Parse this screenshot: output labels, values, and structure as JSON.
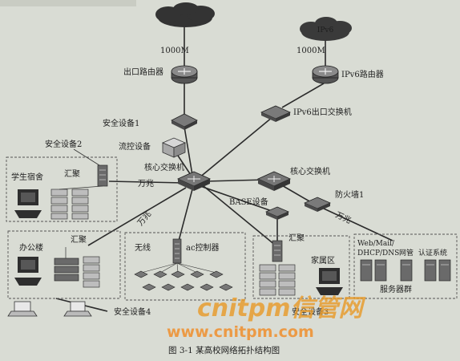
{
  "labels": {
    "ipv4_cloud": "",
    "ipv6_cloud": "IPv6",
    "bw_left": "1000M",
    "bw_right": "1000M",
    "exit_router": "出口路由器",
    "ipv6_router": "IPv6路由器",
    "security_1": "安全设备1",
    "ipv6_exit_switch": "IPv6出口交换机",
    "flow_control": "流控设备",
    "security_2": "安全设备2",
    "dorm": "学生宿舍",
    "agg_dorm": "汇聚",
    "core_switch_1": "核心交换机",
    "core_switch_2": "核心交换机",
    "wanzhao_1": "万兆",
    "wanzhao_2": "万兆",
    "wanzhao_3": "万兆",
    "base_device": "BASE设备",
    "firewall_1": "防火墙1",
    "office": "办公楼",
    "agg_office": "汇聚",
    "wireless": "无线",
    "ac_controller": "ac控制器",
    "agg_family": "汇聚",
    "family_area": "家属区",
    "servers_top": "Web/Mail/",
    "servers_dhcp": "DHCP/DNS",
    "servers_nm": "网管",
    "servers_auth": "认证系统",
    "server_group": "服务器群",
    "security_4": "安全设备4",
    "security_3": "安全设备3",
    "caption": "图 3-1    某高校网络拓扑结构图"
  },
  "watermark": {
    "brand": "cnitpm信管网",
    "url": "www.cnitpm.com"
  }
}
